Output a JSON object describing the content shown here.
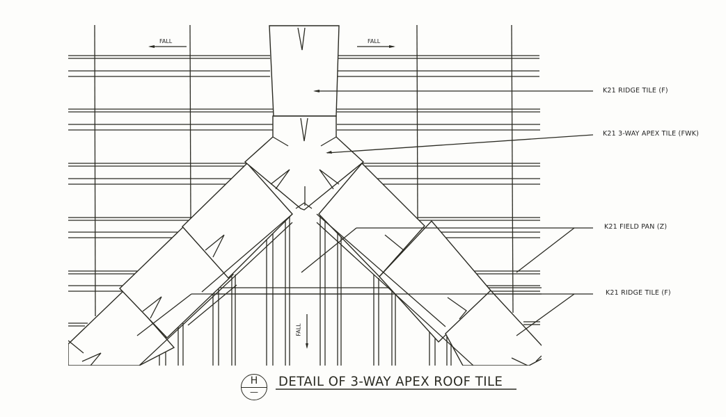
{
  "drawing": {
    "title": "DETAIL OF 3-WAY APEX ROOF TILE",
    "detail_marker": {
      "letter": "H",
      "sheet": "—"
    },
    "fall_labels": [
      {
        "id": "fall-left",
        "text": "FALL",
        "direction": "left"
      },
      {
        "id": "fall-right",
        "text": "FALL",
        "direction": "right"
      },
      {
        "id": "fall-down",
        "text": "FALL",
        "direction": "down"
      }
    ],
    "callouts": [
      {
        "id": "ridge-tile-top",
        "text": "K21 RIDGE TILE (F)"
      },
      {
        "id": "apex-tile",
        "text": "K21 3-WAY APEX TILE (FWK)"
      },
      {
        "id": "field-pan",
        "text": "K21 FIELD PAN (Z)"
      },
      {
        "id": "ridge-tile-bottom",
        "text": "K21 RIDGE TILE (F)"
      }
    ],
    "colors": {
      "line": "#2a2a22",
      "paper": "#fdfdfb"
    }
  }
}
